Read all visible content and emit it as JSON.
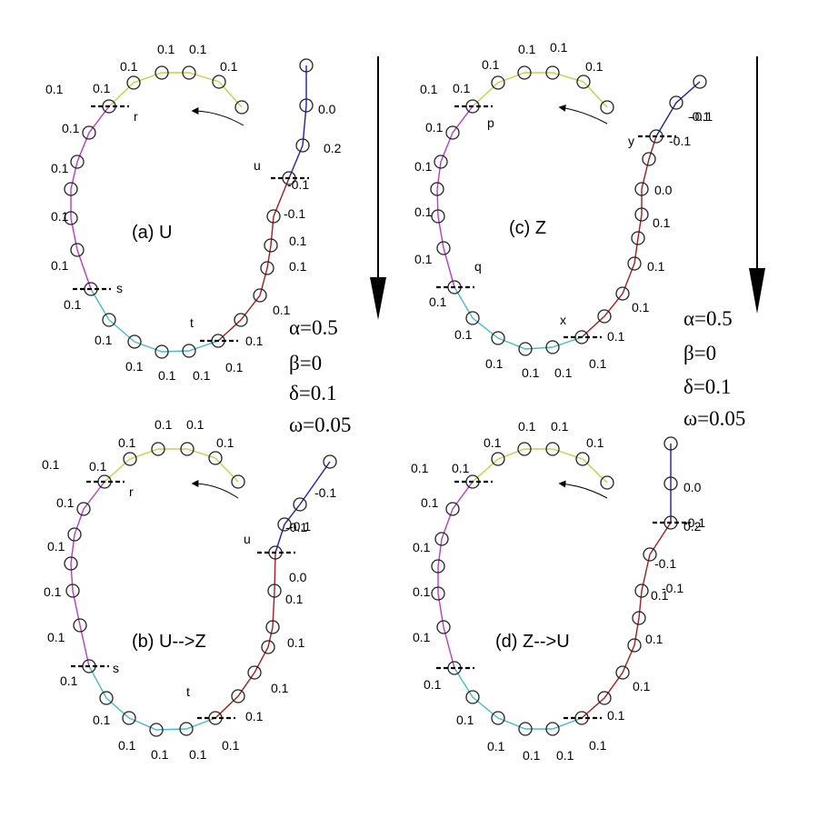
{
  "colors": {
    "yellow": "#c9cf4a",
    "purple": "#b83cc6",
    "cyan": "#48bcc6",
    "red": "#a01e1e",
    "blue": "#2020a0",
    "ink": "#000000"
  },
  "params": [
    "α=0.5",
    "β=0",
    "δ=0.1",
    "ω=0.05"
  ],
  "panels": [
    {
      "id": "a",
      "caption": "(a)   U",
      "point_labels": [
        "r",
        "s",
        "t",
        "u"
      ],
      "energies_yellow": [
        "0.1",
        "0.1",
        "0.1",
        "0.1",
        "0.1"
      ],
      "energies_purple": [
        "0.1",
        "0.1",
        "0.1",
        "0.1",
        "0.1",
        "0.1"
      ],
      "energies_cyan": [
        "0.1",
        "0.1",
        "0.1",
        "0.1",
        "0.1"
      ],
      "energies_red": [
        "0.1",
        "0.1",
        "0.1",
        "0.1",
        "-0.1",
        "-0.1"
      ],
      "energies_blue": [
        "0.2",
        "0.0"
      ]
    },
    {
      "id": "b",
      "caption": "(b)   U-->Z",
      "point_labels": [
        "r",
        "s",
        "t",
        "u"
      ],
      "energies_yellow": [
        "0.1",
        "0.1",
        "0.1",
        "0.1",
        "0.1"
      ],
      "energies_purple": [
        "0.1",
        "0.1",
        "0.1",
        "0.1",
        "0.1",
        "0.1"
      ],
      "energies_cyan": [
        "0.1",
        "0.1",
        "0.1",
        "0.1",
        "0.1"
      ],
      "energies_red": [
        "0.1",
        "0.1",
        "0.1",
        "0.1",
        "0.0",
        "-0.1"
      ],
      "energies_blue": [
        "-0.1",
        "-0.1"
      ]
    },
    {
      "id": "c",
      "caption": "(c)    Z",
      "point_labels": [
        "p",
        "q",
        "x",
        "y"
      ],
      "energies_yellow": [
        "0.1",
        "0.1",
        "0.1",
        "0.1",
        "0.1"
      ],
      "energies_purple": [
        "0.1",
        "0.1",
        "0.1",
        "0.1",
        "0.1",
        "0.1"
      ],
      "energies_cyan": [
        "0.1",
        "0.1",
        "0.1",
        "0.1",
        "0.1"
      ],
      "energies_red": [
        "0.1",
        "0.1",
        "0.1",
        "0.1",
        "0.0",
        "-0.1",
        "-0.1"
      ],
      "energies_blue": [
        "-0.1"
      ]
    },
    {
      "id": "d",
      "caption": "(d)    Z-->U",
      "point_labels": [],
      "energies_yellow": [
        "0.1",
        "0.1",
        "0.1",
        "0.1",
        "0.1"
      ],
      "energies_purple": [
        "0.1",
        "0.1",
        "0.1",
        "0.1",
        "0.1",
        "0.1"
      ],
      "energies_cyan": [
        "0.1",
        "0.1",
        "0.1",
        "0.1",
        "0.1"
      ],
      "energies_red": [
        "0.1",
        "0.1",
        "0.1",
        "0.1",
        "-0.1",
        "-0.1",
        "-0.1"
      ],
      "energies_blue": [
        "0.2",
        "0.0"
      ]
    }
  ]
}
